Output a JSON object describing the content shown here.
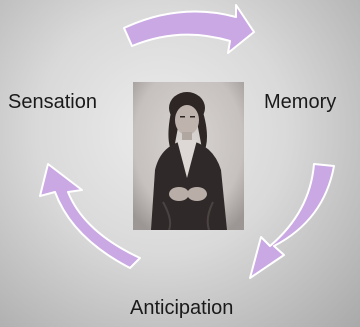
{
  "nodes": {
    "sensation": "Sensation",
    "memory": "Memory",
    "anticipation": "Anticipation"
  },
  "photo": {
    "subject": "sepia portrait photograph of a seated person"
  },
  "colors": {
    "arrow_fill": "#c9a8e3",
    "arrow_stroke": "#ffffff",
    "photo_base": "#9f9f9f"
  }
}
